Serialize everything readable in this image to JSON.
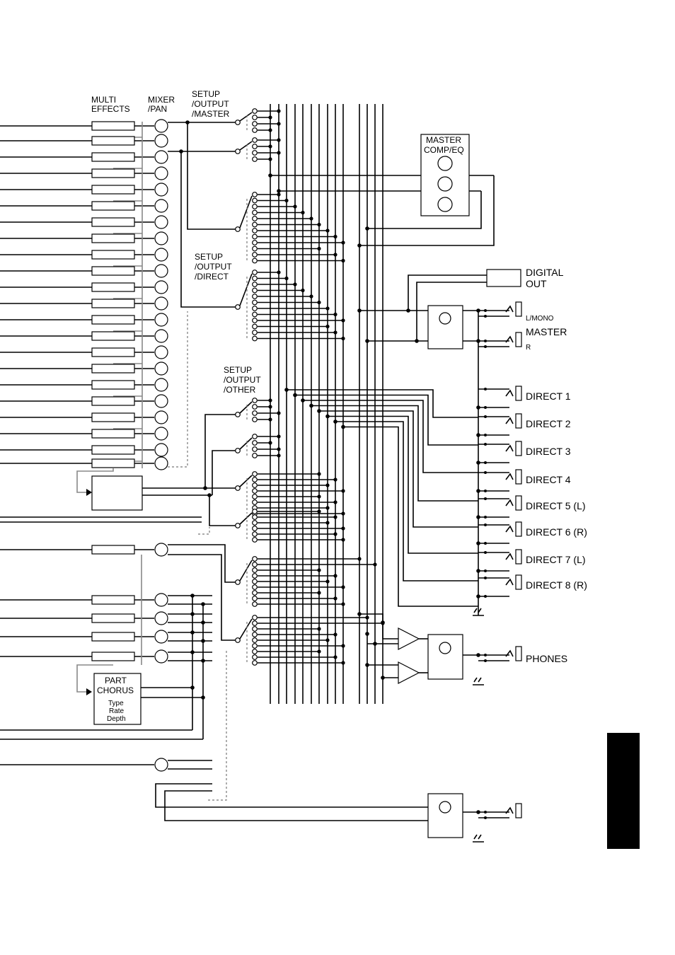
{
  "labels": {
    "multi_effects": [
      "MULTI",
      "EFFECTS"
    ],
    "mixer_pan": [
      "MIXER",
      "/PAN"
    ],
    "setup_master": [
      "SETUP",
      "/OUTPUT",
      "/MASTER"
    ],
    "setup_direct": [
      "SETUP",
      "/OUTPUT",
      "/DIRECT"
    ],
    "setup_other": [
      "SETUP",
      "/OUTPUT",
      "/OTHER"
    ],
    "master_comp_eq": [
      "MASTER",
      "COMP/EQ"
    ],
    "digital_out": [
      "DIGITAL",
      "OUT"
    ],
    "l_mono": "L/MONO",
    "master": "MASTER",
    "r": "R",
    "direct_outputs": [
      "DIRECT 1",
      "DIRECT 2",
      "DIRECT 3",
      "DIRECT 4",
      "DIRECT 5 (L)",
      "DIRECT 6 (R)",
      "DIRECT 7 (L)",
      "DIRECT 8 (R)"
    ],
    "phones": "PHONES",
    "part_chorus": [
      "PART",
      "CHORUS"
    ],
    "part_chorus_params": [
      "Type",
      "Rate",
      "Depth"
    ]
  },
  "colors": {
    "line": "#000000",
    "gray_path": "#808080",
    "side_tab": "#000000"
  }
}
